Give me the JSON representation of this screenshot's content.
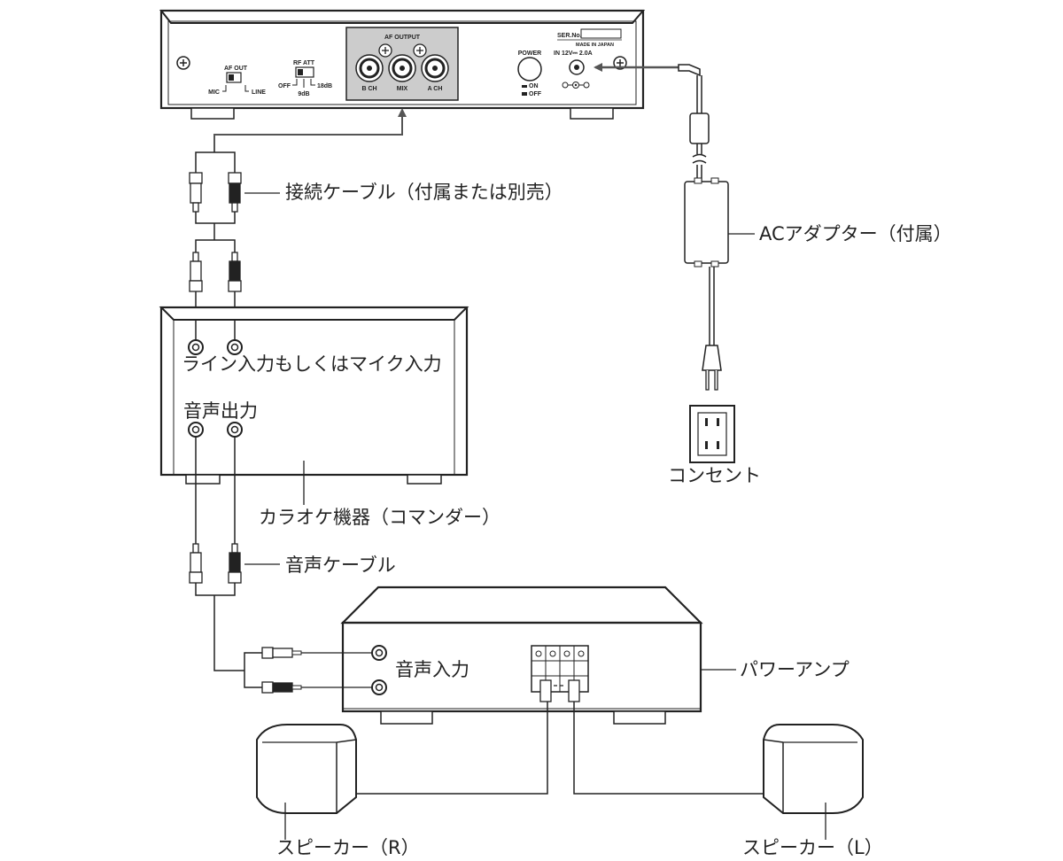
{
  "receiver": {
    "af_output": "AF OUTPUT",
    "b_ch": "B CH",
    "mix": "MIX",
    "a_ch": "A CH",
    "af_out": "AF OUT",
    "mic": "MIC",
    "line": "LINE",
    "rf_att": "RF ATT",
    "off": "OFF",
    "db9": "9dB",
    "db18": "18dB",
    "power": "POWER",
    "on": "ON",
    "power_off": "OFF",
    "ser_no": "SER.No.",
    "made_in": "MADE IN JAPAN",
    "dc_in": "IN 12V⎓ 2.0A"
  },
  "labels": {
    "connection_cable": "接続ケーブル（付属または別売）",
    "ac_adapter": "ACアダプター（付属）",
    "outlet": "コンセント",
    "line_mic_input": "ライン入力もしくはマイク入力",
    "audio_output": "音声出力",
    "karaoke_device": "カラオケ機器（コマンダー）",
    "audio_cable": "音声ケーブル",
    "audio_input": "音声入力",
    "power_amp": "パワーアンプ",
    "speaker_r": "スピーカー（R）",
    "speaker_l": "スピーカー（L）"
  },
  "colors": {
    "line": "#222222",
    "panel_gray": "#cccccc",
    "arrow": "#555555"
  }
}
